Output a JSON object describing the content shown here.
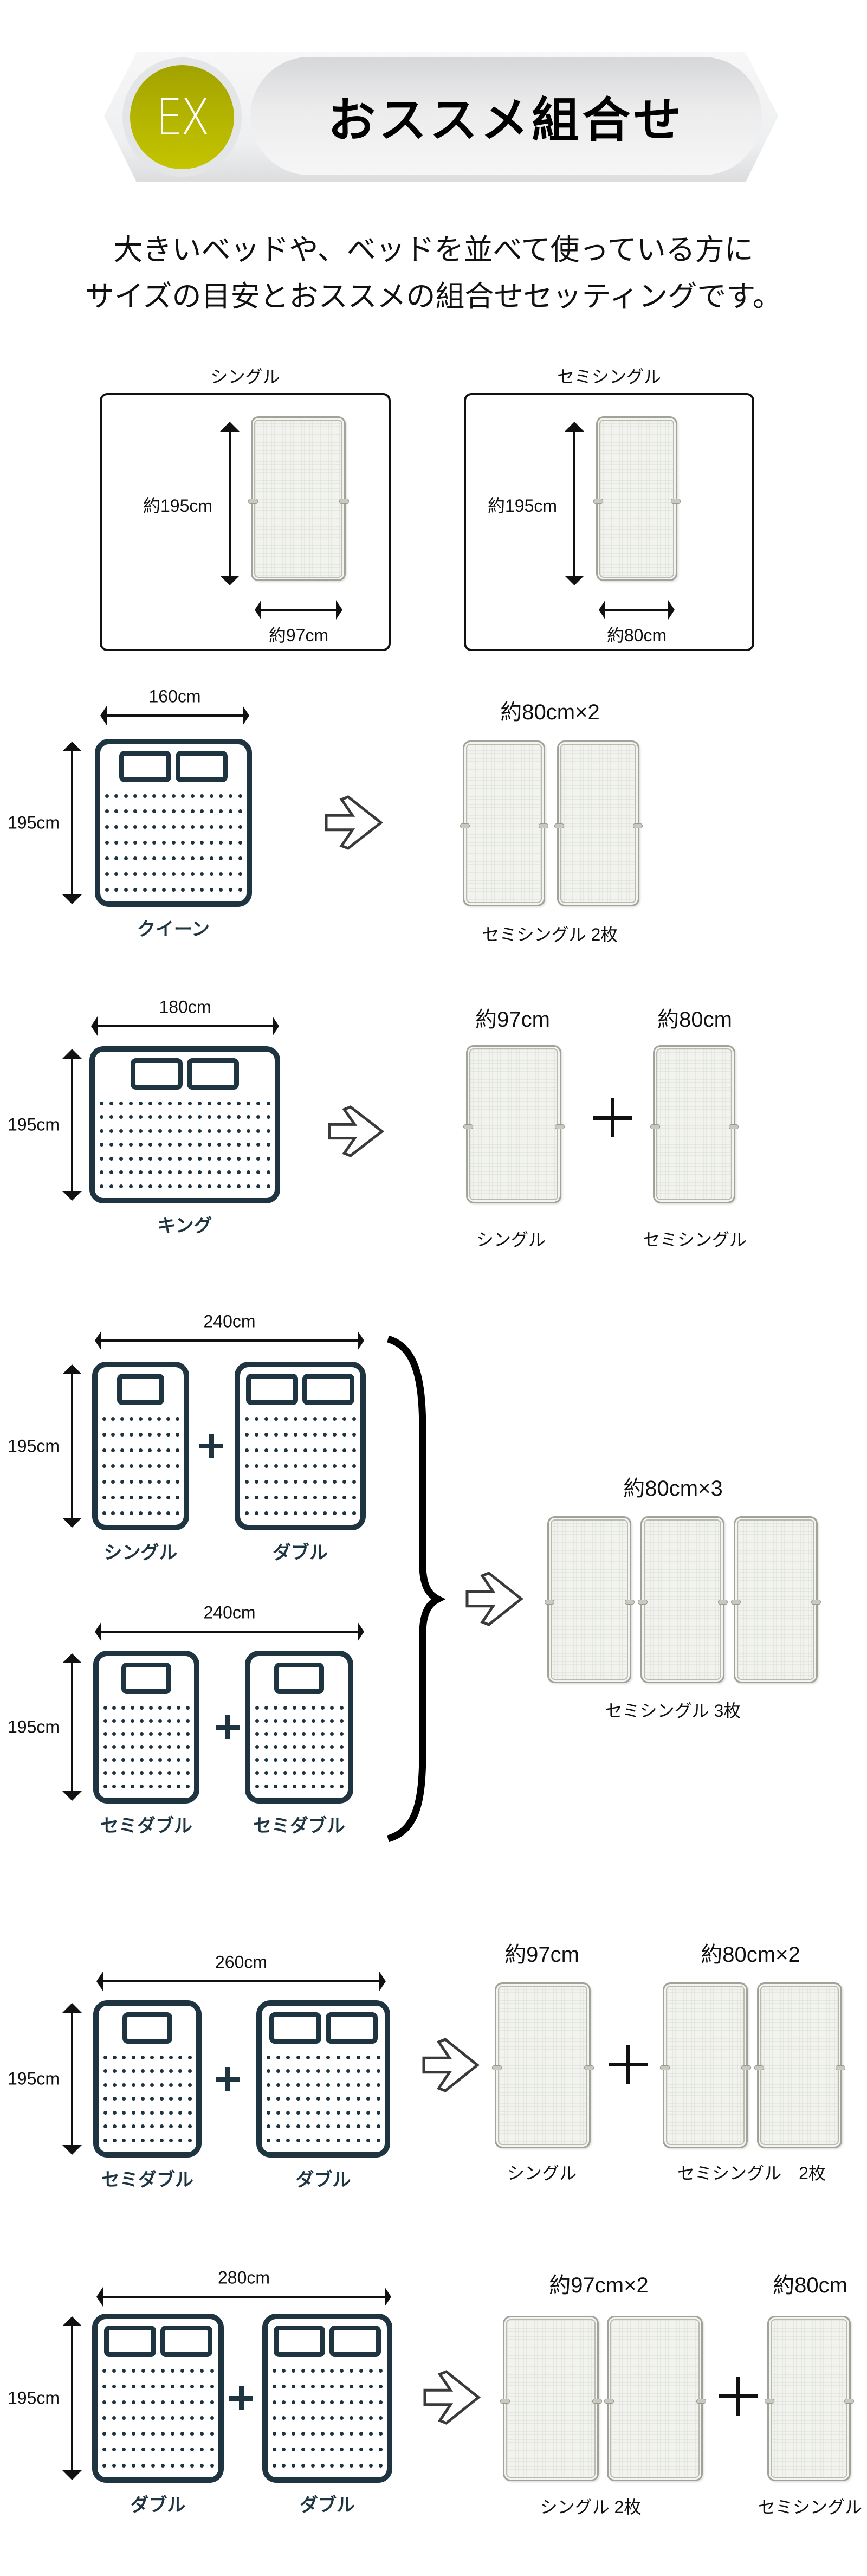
{
  "header": {
    "badge": "EX",
    "title": "おススメ組合せ",
    "badge_color": "#b5b600"
  },
  "intro": {
    "line1": "大きいベッドや、ベッドを並べて使っている方に",
    "line2": "サイズの目安とおススメの組合せセッティングです。"
  },
  "reference": [
    {
      "name": "シングル",
      "length": "約195cm",
      "width": "約97cm"
    },
    {
      "name": "セミシングル",
      "length": "約195cm",
      "width": "約80cm"
    }
  ],
  "colors": {
    "bed_outline": "#1e3440",
    "mattress_fill": "#f2f3ee",
    "mattress_border": "#a0a398",
    "arrow": "#3a3a3a"
  },
  "combos": [
    {
      "id": "queen",
      "total_width": "160cm",
      "length": "195cm",
      "beds": [
        {
          "name": "クイーン",
          "pillows": 2,
          "dots_per_row": 15
        }
      ],
      "result_groups": [
        {
          "heading": "約80cm×2",
          "caption": "セミシングル 2枚",
          "count": 2,
          "type": "semi"
        }
      ]
    },
    {
      "id": "king",
      "total_width": "180cm",
      "length": "195cm",
      "beds": [
        {
          "name": "キング",
          "pillows": 2,
          "dots_per_row": 18
        }
      ],
      "result_groups": [
        {
          "heading": "約97cm",
          "caption": "シングル",
          "count": 1,
          "type": "single"
        },
        {
          "heading": "約80cm",
          "caption": "セミシングル",
          "count": 1,
          "type": "semi"
        }
      ]
    },
    {
      "id": "240a",
      "total_width": "240cm",
      "length": "195cm",
      "beds": [
        {
          "name": "シングル",
          "pillows": 1,
          "dots_per_row": 9
        },
        {
          "name": "ダブル",
          "pillows": 2,
          "dots_per_row": 12
        }
      ]
    },
    {
      "id": "240b",
      "total_width": "240cm",
      "length": "195cm",
      "beds": [
        {
          "name": "セミダブル",
          "pillows": 1,
          "dots_per_row": 10
        },
        {
          "name": "セミダブル",
          "pillows": 1,
          "dots_per_row": 10
        }
      ]
    },
    {
      "id": "240-result",
      "result_groups": [
        {
          "heading": "約80cm×3",
          "caption": "セミシングル 3枚",
          "count": 3,
          "type": "semi"
        }
      ]
    },
    {
      "id": "260",
      "total_width": "260cm",
      "length": "195cm",
      "beds": [
        {
          "name": "セミダブル",
          "pillows": 1,
          "dots_per_row": 10
        },
        {
          "name": "ダブル",
          "pillows": 2,
          "dots_per_row": 12
        }
      ],
      "result_groups": [
        {
          "heading": "約97cm",
          "caption": "シングル",
          "count": 1,
          "type": "single"
        },
        {
          "heading": "約80cm×2",
          "caption": "セミシングル　2枚",
          "count": 2,
          "type": "semi"
        }
      ]
    },
    {
      "id": "280",
      "total_width": "280cm",
      "length": "195cm",
      "beds": [
        {
          "name": "ダブル",
          "pillows": 2,
          "dots_per_row": 12
        },
        {
          "name": "ダブル",
          "pillows": 2,
          "dots_per_row": 12
        }
      ],
      "result_groups": [
        {
          "heading": "約97cm×2",
          "caption": "シングル 2枚",
          "count": 2,
          "type": "single"
        },
        {
          "heading": "約80cm",
          "caption": "セミシングル",
          "count": 1,
          "type": "semi"
        }
      ]
    }
  ]
}
